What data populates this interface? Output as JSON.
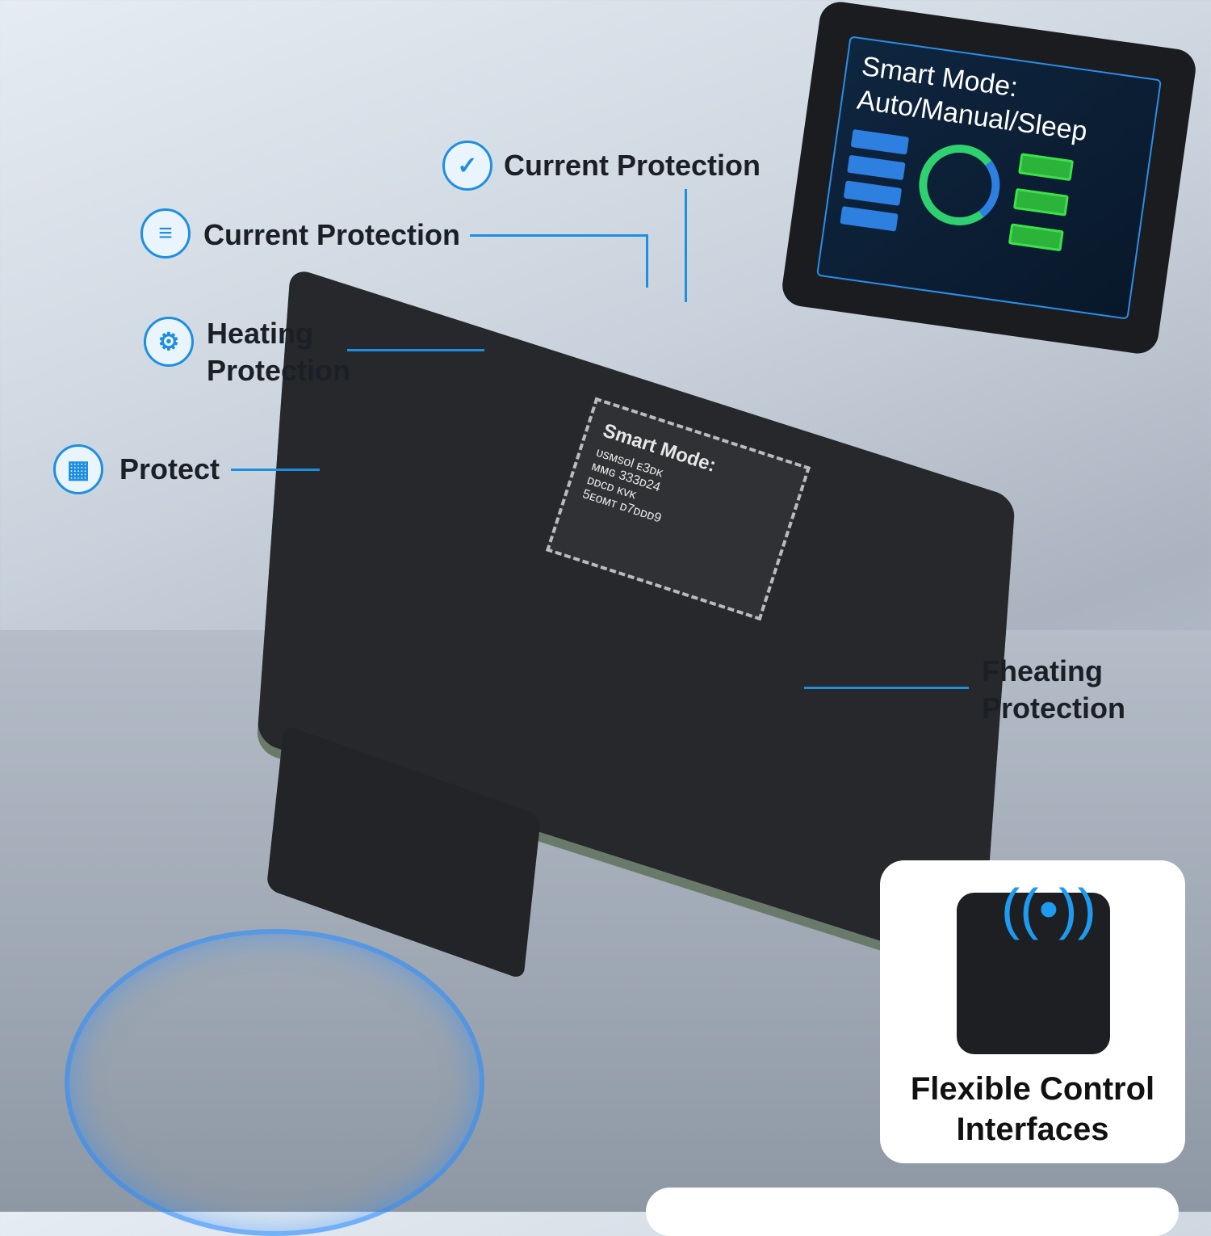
{
  "callouts": [
    {
      "label": "Current Protection",
      "icon": "check-icon"
    },
    {
      "label": "Current Protection",
      "icon": "server-icon"
    },
    {
      "label": "Heating Protection",
      "icon": "gear-icon"
    },
    {
      "label": "Protect",
      "icon": "grid-icon"
    },
    {
      "label": "Fheating Protection"
    }
  ],
  "display": {
    "line1": "Smart Mode:",
    "line2": "Auto/Manual/Sleep",
    "accent": "#2d7fe0",
    "green": "#3ee04a"
  },
  "chip": {
    "title": "Smart Mode:",
    "lines": [
      "ᴜsᴍsᴏl   ᴇ3ᴅᴋ",
      "ᴍᴍɢ 333ᴅ24",
      "ᴅᴅᴄᴅ ᴋᴠᴋ",
      "5ᴇᴏᴍᴛ ᴅ7ᴅᴅᴅ9"
    ]
  },
  "card": {
    "caption": "Flexible Control Interfaces"
  },
  "colors": {
    "accent": "#1e8fe0"
  }
}
